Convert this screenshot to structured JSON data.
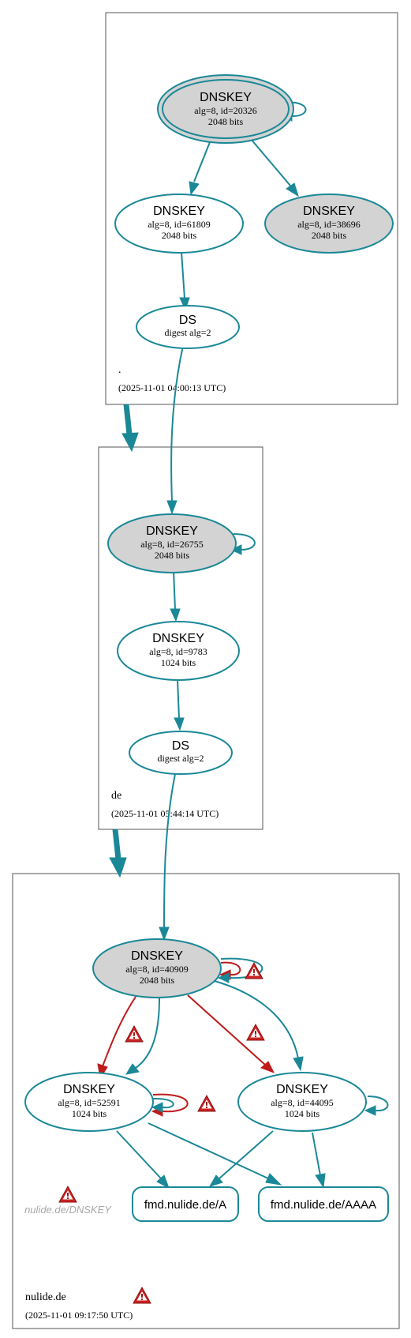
{
  "zones": {
    "root": {
      "name": ".",
      "timestamp": "(2025-11-01 04:00:13 UTC)"
    },
    "de": {
      "name": "de",
      "timestamp": "(2025-11-01 05:44:14 UTC)"
    },
    "nulide": {
      "name": "nulide.de",
      "timestamp": "(2025-11-01 09:17:50 UTC)"
    }
  },
  "nodes": {
    "root_ksk": {
      "type": "DNSKEY",
      "line1": "alg=8, id=20326",
      "line2": "2048 bits"
    },
    "root_zsk1": {
      "type": "DNSKEY",
      "line1": "alg=8, id=61809",
      "line2": "2048 bits"
    },
    "root_zsk2": {
      "type": "DNSKEY",
      "line1": "alg=8, id=38696",
      "line2": "2048 bits"
    },
    "root_ds": {
      "type": "DS",
      "line1": "digest alg=2"
    },
    "de_ksk": {
      "type": "DNSKEY",
      "line1": "alg=8, id=26755",
      "line2": "2048 bits"
    },
    "de_zsk": {
      "type": "DNSKEY",
      "line1": "alg=8, id=9783",
      "line2": "1024 bits"
    },
    "de_ds": {
      "type": "DS",
      "line1": "digest alg=2"
    },
    "nl_ksk": {
      "type": "DNSKEY",
      "line1": "alg=8, id=40909",
      "line2": "2048 bits"
    },
    "nl_zsk1": {
      "type": "DNSKEY",
      "line1": "alg=8, id=52591",
      "line2": "1024 bits"
    },
    "nl_zsk2": {
      "type": "DNSKEY",
      "line1": "alg=8, id=44095",
      "line2": "1024 bits"
    }
  },
  "rrsets": {
    "a": "fmd.nulide.de/A",
    "aaaa": "fmd.nulide.de/AAAA"
  },
  "nxdomain_label": "nulide.de/DNSKEY",
  "colors": {
    "edge": "#1b8897",
    "error_edge": "#bf1b1b",
    "grey_node": "#d3d3d3",
    "warning_icon": "#cc2222",
    "nx_text": "#a8a8a8"
  },
  "icons": {
    "warning": "warning-triangle-icon"
  }
}
